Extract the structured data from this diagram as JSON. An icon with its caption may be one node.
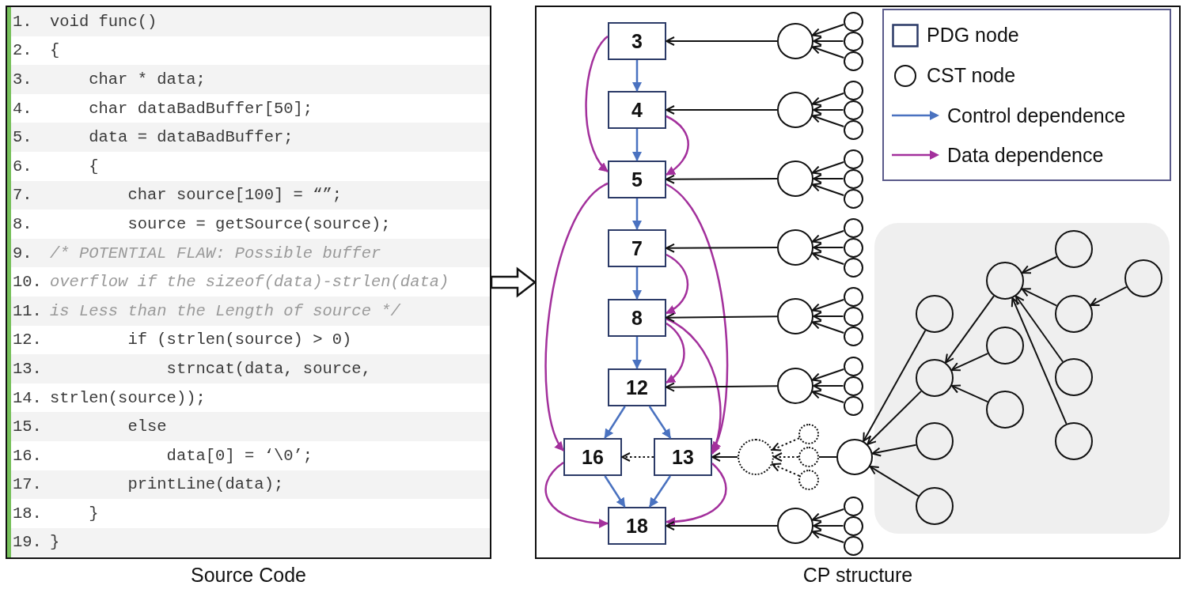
{
  "diagram": {
    "nodes": [
      {
        "text": [
          "1.",
          "void func()",
          "2.",
          "{",
          "3.",
          "char * data;",
          "4.",
          "char dataBadBuffer[50];",
          "5.",
          "data = dataBadBuffer;",
          "6.",
          "{",
          "7.",
          "char source[100] = “”;",
          "8.",
          "source = getSource(source);",
          "9.",
          "/* POTENTIAL FLAW: Possible buffer",
          "10.",
          "overflow if the sizeof(data)-strlen(data)",
          "11.",
          "is Less than the Length of source */",
          "12.",
          "if (strlen(source) > 0)",
          "13.",
          "strncat(data, source,",
          "14.",
          "strlen(source));",
          "15.",
          "else",
          "16.",
          "data[0] = ‘\\0’;",
          "17.",
          "printLine(data);",
          "18.",
          "}",
          "19.",
          "}"
        ],
        "beside": [
          "Source Code"
        ]
      },
      {
        "text": [],
        "shape": "box",
        "beside": [
          "CP structure"
        ]
      },
      {
        "text": [
          "3"
        ],
        "in": 1
      },
      {
        "text": [
          "4"
        ],
        "in": 1
      },
      {
        "text": [
          "5"
        ],
        "in": 1
      },
      {
        "text": [
          "7"
        ],
        "in": 1
      },
      {
        "text": [
          "8"
        ],
        "in": 1
      },
      {
        "text": [
          "12"
        ],
        "in": 1
      },
      {
        "text": [
          "16"
        ],
        "in": 1
      },
      {
        "text": [
          "13"
        ],
        "in": 1
      },
      {
        "text": [
          "18"
        ],
        "in": 1
      },
      {
        "text": [],
        "shape": "circle",
        "in": 1
      },
      {
        "text": [],
        "shape": "circle",
        "in": 1
      },
      {
        "text": [],
        "shape": "circle",
        "in": 1
      },
      {
        "text": [],
        "shape": "circle",
        "in": 1
      },
      {
        "text": [],
        "shape": "circle",
        "in": 1
      },
      {
        "text": [],
        "shape": "circle",
        "in": 1
      },
      {
        "text": [],
        "shape": "circle",
        "in": 1
      },
      {
        "text": [],
        "shape": "circle",
        "in": 1
      },
      {
        "text": [],
        "shape": "circle",
        "in": 1
      },
      {
        "text": [],
        "shape": "circle",
        "in": 1
      },
      {
        "text": [],
        "shape": "circle",
        "in": 1
      },
      {
        "text": [],
        "shape": "circle",
        "in": 1
      },
      {
        "text": [],
        "shape": "circle",
        "in": 1
      },
      {
        "text": [],
        "shape": "circle",
        "in": 1
      },
      {
        "text": [],
        "shape": "circle",
        "in": 1
      },
      {
        "text": [],
        "shape": "circle",
        "in": 1
      },
      {
        "text": [],
        "shape": "circle",
        "in": 1
      },
      {
        "text": [],
        "shape": "circle",
        "in": 1
      },
      {
        "text": [],
        "shape": "circle",
        "in": 1
      },
      {
        "text": [],
        "shape": "circle",
        "in": 1
      },
      {
        "text": [],
        "shape": "circle",
        "in": 1
      },
      {
        "text": [],
        "shape": "circle",
        "in": 1
      },
      {
        "text": [],
        "shape": "circle",
        "in": 1
      },
      {
        "text": [],
        "shape": "circle",
        "in": 1
      },
      {
        "text": [],
        "shape": "circle",
        "in": 1
      },
      {
        "text": [],
        "shape": "circle",
        "in": 1
      },
      {
        "text": [],
        "shape": "circle",
        "in": 1
      },
      {
        "text": [],
        "shape": "circle",
        "in": 1
      },
      {
        "text": [],
        "shape": "circle",
        "in": 1
      },
      {
        "text": [],
        "shape": "circle",
        "in": 1
      },
      {
        "text": [],
        "shape": "circle",
        "in": 1
      },
      {
        "text": [],
        "shape": "circle",
        "in": 1
      },
      {
        "text": [],
        "shape": "circle",
        "in": 1
      },
      {
        "text": [],
        "shape": "circle",
        "in": 1
      },
      {
        "text": [],
        "shape": "circle",
        "in": 1
      },
      {
        "text": [],
        "shape": "circle",
        "in": 1
      },
      {
        "text": [],
        "shape": "circle",
        "in": 1
      },
      {
        "text": [],
        "shape": "circle",
        "in": 1
      },
      {
        "text": [],
        "shape": "circle",
        "in": 1
      },
      {
        "text": [],
        "shape": "circle",
        "in": 1
      },
      {
        "text": [],
        "shape": "circle",
        "in": 1
      },
      {
        "text": [],
        "shape": "circle",
        "in": 1
      },
      {
        "text": [],
        "shape": "circle",
        "in": 1
      },
      {
        "text": [],
        "shape": "circle",
        "in": 1
      },
      {
        "text": [],
        "shape": "circle",
        "in": 1
      }
    ],
    "edges": [
      {
        "from": 0,
        "to": 1,
        "arrow": "to",
        "style": "thick"
      },
      {
        "from": 2,
        "to": 3,
        "arrow": "to",
        "color": "#4a72c0"
      },
      {
        "from": 3,
        "to": 4,
        "arrow": "to",
        "color": "#4a72c0"
      },
      {
        "from": 4,
        "to": 5,
        "arrow": "to",
        "color": "#4a72c0"
      },
      {
        "from": 5,
        "to": 6,
        "arrow": "to",
        "color": "#4a72c0"
      },
      {
        "from": 6,
        "to": 7,
        "arrow": "to",
        "color": "#4a72c0"
      },
      {
        "from": 7,
        "to": 8,
        "arrow": "to",
        "color": "#4a72c0"
      },
      {
        "from": 7,
        "to": 9,
        "arrow": "to",
        "color": "#4a72c0"
      },
      {
        "from": 8,
        "to": 10,
        "arrow": "to",
        "color": "#4a72c0"
      },
      {
        "from": 9,
        "to": 10,
        "arrow": "to",
        "color": "#4a72c0"
      },
      {
        "from": 2,
        "to": 4,
        "arrow": "to",
        "color": "#a3309c"
      },
      {
        "from": 3,
        "to": 4,
        "arrow": "to",
        "color": "#a3309c"
      },
      {
        "from": 4,
        "to": 8,
        "arrow": "to",
        "color": "#a3309c"
      },
      {
        "from": 4,
        "to": 9,
        "arrow": "to",
        "color": "#a3309c"
      },
      {
        "from": 5,
        "to": 6,
        "arrow": "to",
        "color": "#a3309c"
      },
      {
        "from": 6,
        "to": 7,
        "arrow": "to",
        "color": "#a3309c"
      },
      {
        "from": 6,
        "to": 9,
        "arrow": "to",
        "color": "#a3309c"
      },
      {
        "from": 8,
        "to": 10,
        "arrow": "to",
        "color": "#a3309c"
      },
      {
        "from": 9,
        "to": 10,
        "arrow": "to",
        "color": "#a3309c"
      },
      {
        "from": 9,
        "to": 8,
        "arrow": "to",
        "style": "dashed"
      },
      {
        "from": 11,
        "to": 2,
        "arrow": "to"
      },
      {
        "from": 15,
        "to": 3,
        "arrow": "to"
      },
      {
        "from": 19,
        "to": 4,
        "arrow": "to"
      },
      {
        "from": 23,
        "to": 5,
        "arrow": "to"
      },
      {
        "from": 27,
        "to": 6,
        "arrow": "to"
      },
      {
        "from": 31,
        "to": 7,
        "arrow": "to"
      },
      {
        "from": 39,
        "to": 37,
        "arrow": "none"
      },
      {
        "from": 52,
        "to": 10,
        "arrow": "to"
      },
      {
        "from": 12,
        "to": 11,
        "arrow": "to"
      },
      {
        "from": 13,
        "to": 11,
        "arrow": "to"
      },
      {
        "from": 14,
        "to": 11,
        "arrow": "to"
      },
      {
        "from": 16,
        "to": 15,
        "arrow": "to"
      },
      {
        "from": 17,
        "to": 15,
        "arrow": "to"
      },
      {
        "from": 18,
        "to": 15,
        "arrow": "to"
      },
      {
        "from": 20,
        "to": 19,
        "arrow": "to"
      },
      {
        "from": 21,
        "to": 19,
        "arrow": "to"
      },
      {
        "from": 22,
        "to": 19,
        "arrow": "to"
      },
      {
        "from": 24,
        "to": 23,
        "arrow": "to"
      },
      {
        "from": 25,
        "to": 23,
        "arrow": "to"
      },
      {
        "from": 26,
        "to": 23,
        "arrow": "to"
      },
      {
        "from": 28,
        "to": 27,
        "arrow": "to"
      },
      {
        "from": 29,
        "to": 27,
        "arrow": "to"
      },
      {
        "from": 30,
        "to": 27,
        "arrow": "to"
      },
      {
        "from": 32,
        "to": 31,
        "arrow": "to"
      },
      {
        "from": 33,
        "to": 31,
        "arrow": "to"
      },
      {
        "from": 34,
        "to": 31,
        "arrow": "to"
      },
      {
        "from": 36,
        "to": 35,
        "arrow": "to",
        "style": "dashed"
      },
      {
        "from": 37,
        "to": 35,
        "arrow": "to",
        "style": "dashed"
      },
      {
        "from": 38,
        "to": 35,
        "arrow": "to",
        "style": "dashed"
      },
      {
        "from": 53,
        "to": 52,
        "arrow": "to"
      },
      {
        "from": 54,
        "to": 52,
        "arrow": "to"
      },
      {
        "from": 55,
        "to": 52,
        "arrow": "to"
      },
      {
        "from": 40,
        "to": 39,
        "arrow": "to"
      },
      {
        "from": 41,
        "to": 39,
        "arrow": "to"
      },
      {
        "from": 42,
        "to": 39,
        "arrow": "to"
      },
      {
        "from": 43,
        "to": 39,
        "arrow": "to"
      },
      {
        "from": 44,
        "to": 41,
        "arrow": "to"
      },
      {
        "from": 45,
        "to": 41,
        "arrow": "to"
      },
      {
        "from": 46,
        "to": 41,
        "arrow": "to"
      },
      {
        "from": 47,
        "to": 44,
        "arrow": "to"
      },
      {
        "from": 48,
        "to": 44,
        "arrow": "to"
      },
      {
        "from": 49,
        "to": 44,
        "arrow": "to"
      },
      {
        "from": 50,
        "to": 44,
        "arrow": "to"
      },
      {
        "from": 51,
        "to": 48,
        "arrow": "to"
      },
      {
        "from": 35,
        "to": 9,
        "arrow": "to"
      }
    ],
    "legend": [
      {
        "text": "PDG node"
      },
      {
        "text": "CST node"
      },
      {
        "text": "Control dependence"
      },
      {
        "text": "Data dependence"
      }
    ]
  }
}
